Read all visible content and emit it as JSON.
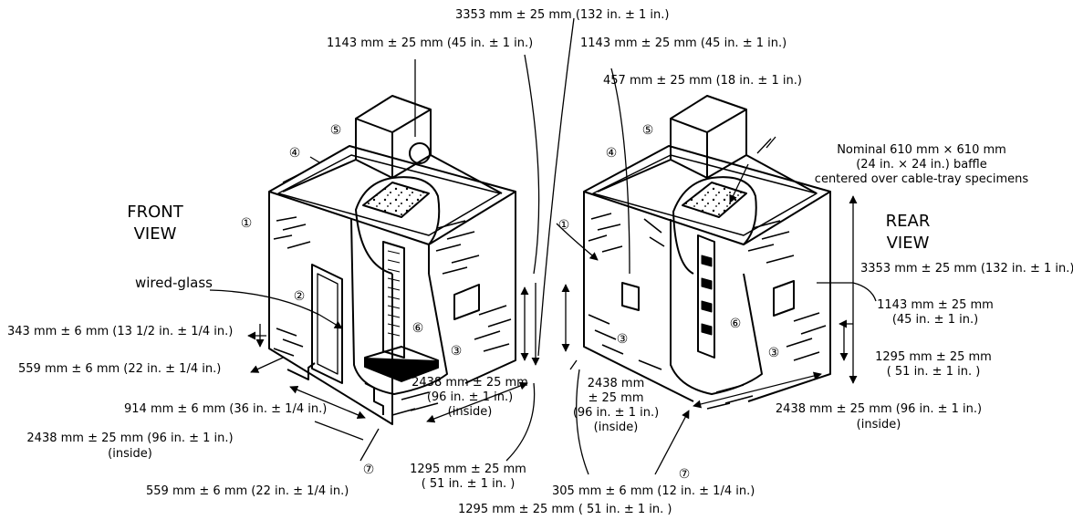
{
  "views": {
    "front": [
      "FRONT",
      "VIEW"
    ],
    "rear": [
      "REAR",
      "VIEW"
    ]
  },
  "callouts": [
    "①",
    "②",
    "③",
    "④",
    "⑤",
    "⑥",
    "⑦"
  ],
  "labels": {
    "wired_glass": "wired-glass",
    "baffle": [
      "Nominal 610 mm × 610 mm",
      "(24 in. × 24 in.) baffle",
      "centered over cable-tray specimens"
    ]
  },
  "dimensions": {
    "total_height_top": "3353 mm ± 25 mm (132 in. ± 1 in.)",
    "hood_left": "1143 mm ± 25 mm (45 in. ± 1 in.)",
    "hood_right": "1143 mm ± 25 mm (45 in. ± 1 in.)",
    "vent_18": "457 mm ± 25 mm (18 in. ± 1 in.)",
    "door_height": "343 mm ± 6 mm (13 1/2 in. ± 1/4 in.)",
    "door_559_a": "559 mm ± 6 mm (22 in. ± 1/4 in.)",
    "door_914": "914 mm ± 6 mm (36 in. ± 1/4 in.)",
    "front_width": [
      "2438 mm ± 25 mm (96 in. ± 1 in.)",
      "(inside)"
    ],
    "door_559_b": "559 mm ± 6 mm (22 in. ± 1/4 in.)",
    "front_depth": [
      "2438 mm ± 25 mm",
      "(96 in. ± 1 in.)",
      "(inside)"
    ],
    "rear_depth": [
      "2438 mm",
      "± 25 mm",
      "(96 in. ± 1 in.)",
      "(inside)"
    ],
    "rear_width": [
      "2438 mm ± 25 mm (96 in. ± 1 in.)",
      "(inside)"
    ],
    "rear_height": "3353 mm ± 25 mm (132 in. ± 1 in.)",
    "window_1143": [
      "1143 mm ± 25 mm",
      "(45 in. ± 1 in.)"
    ],
    "window_1295": [
      "1295 mm ± 25 mm",
      "( 51 in. ± 1 in. )"
    ],
    "center_1295": [
      "1295 mm ± 25 mm",
      "( 51 in. ± 1 in. )"
    ],
    "bottom_305": "305 mm ± 6 mm (12 in. ± 1/4 in.)",
    "bottom_1295": "1295 mm ± 25 mm ( 51 in. ± 1 in. )"
  },
  "colors": {
    "ink": "#000000",
    "paper": "#ffffff"
  }
}
